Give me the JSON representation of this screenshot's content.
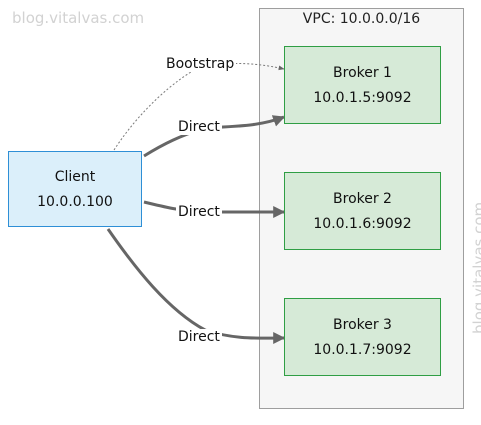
{
  "watermark": {
    "top": "blog.vitalvas.com",
    "side": "blog.vitalvas.com"
  },
  "vpc": {
    "label": "VPC: 10.0.0.0/16"
  },
  "client": {
    "name": "Client",
    "ip": "10.0.0.100"
  },
  "brokers": [
    {
      "name": "Broker 1",
      "address": "10.0.1.5:9092"
    },
    {
      "name": "Broker 2",
      "address": "10.0.1.6:9092"
    },
    {
      "name": "Broker 3",
      "address": "10.0.1.7:9092"
    }
  ],
  "edges": {
    "bootstrap": "Bootstrap",
    "direct_1": "Direct",
    "direct_2": "Direct",
    "direct_3": "Direct"
  },
  "colors": {
    "client_fill": "#dbeffa",
    "client_border": "#2e8fd6",
    "broker_fill": "#d6ead7",
    "broker_border": "#2f9e44",
    "vpc_fill": "#f6f6f6",
    "vpc_border": "#9e9e9e",
    "edge": "#666666",
    "watermark": "#d2d2d2"
  }
}
